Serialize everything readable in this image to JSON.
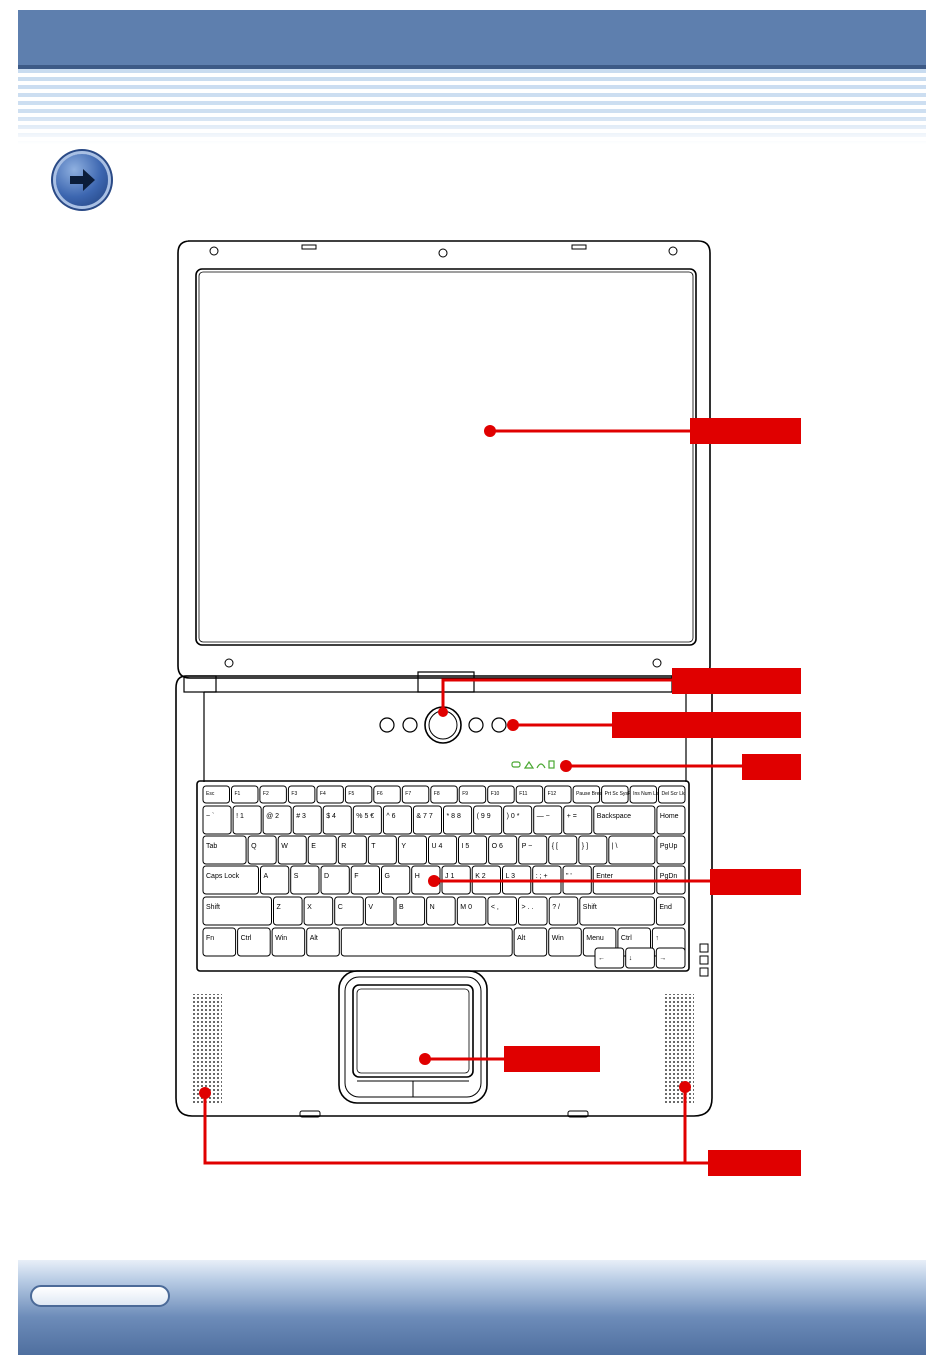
{
  "header": {
    "colors": {
      "bar": "#5e7fae",
      "stripe": "#c9dcf0",
      "accent": "#e00000"
    },
    "arrow_icon": "arrow-right-icon"
  },
  "keyboard": {
    "rows": [
      [
        "Esc",
        "F1",
        "F2",
        "F3",
        "F4",
        "F5",
        "F6",
        "F7",
        "F8",
        "F9",
        "F10",
        "F11",
        "F12",
        "Pause Break",
        "Prt Sc SysRq",
        "Ins Num Lk",
        "Del Scr Lk"
      ],
      [
        "~ `",
        "! 1",
        "@ 2",
        "# 3",
        "$ 4",
        "% 5 €",
        "^ 6",
        "& 7 7",
        "* 8 8",
        "( 9 9",
        ") 0 *",
        "— −",
        "+ =",
        "Backspace",
        "Home"
      ],
      [
        "Tab",
        "Q",
        "W",
        "E",
        "R",
        "T",
        "Y",
        "U 4",
        "I 5",
        "O 6",
        "P −",
        "{ [",
        "} ]",
        "| \\",
        "PgUp"
      ],
      [
        "Caps Lock",
        "A",
        "S",
        "D",
        "F",
        "G",
        "H",
        "J 1",
        "K 2",
        "L 3",
        ": ; +",
        "\" '",
        "Enter",
        "PgDn"
      ],
      [
        "Shift",
        "Z",
        "X",
        "C",
        "V",
        "B",
        "N",
        "M 0",
        "< ,",
        "> . .",
        "? /",
        "Shift",
        "End"
      ],
      [
        "Fn",
        "Ctrl",
        "Win",
        "Alt",
        "",
        "Alt",
        "Win",
        "Menu",
        "Ctrl",
        "↑"
      ],
      [
        "←",
        "↓",
        "→"
      ]
    ]
  },
  "indicators": {
    "color": "#4aa832",
    "icons": [
      "battery-icon",
      "home-icon",
      "wifi-icon",
      "hdd-icon"
    ]
  }
}
